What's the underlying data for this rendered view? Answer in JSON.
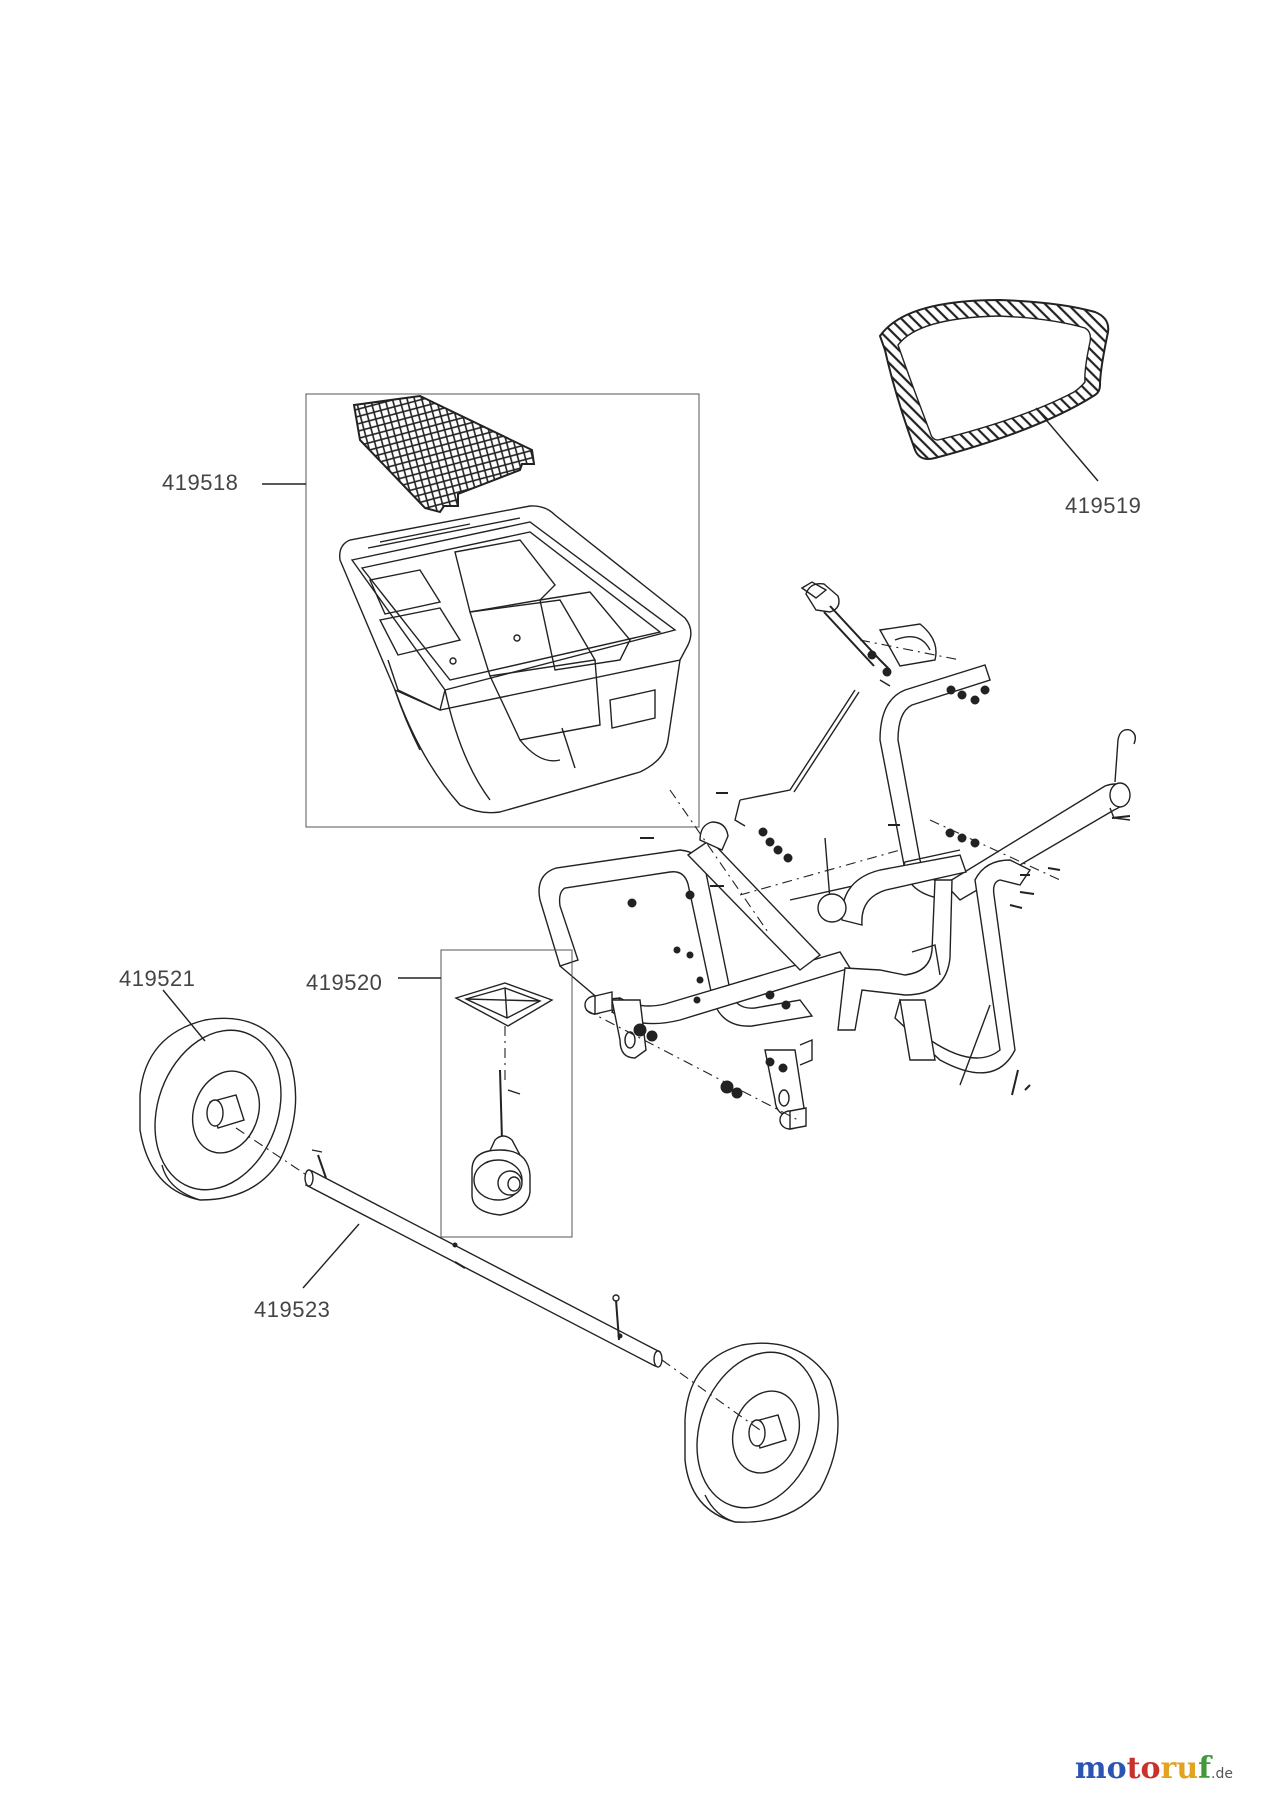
{
  "parts": [
    {
      "id": "p1",
      "number": "419518"
    },
    {
      "id": "p2",
      "number": "419519"
    },
    {
      "id": "p3",
      "number": "419521"
    },
    {
      "id": "p4",
      "number": "419520"
    },
    {
      "id": "p5",
      "number": "419523"
    }
  ],
  "logo": {
    "part1": "mo",
    "part2": "to",
    "part3": "ru",
    "part4": "f",
    "tld": ".de"
  },
  "colors": {
    "line": "#222222",
    "label": "#444444",
    "logo_blue": "#2c55b3",
    "logo_red": "#c8322d",
    "logo_yellow": "#e3a220",
    "logo_green": "#3f9b3a"
  }
}
